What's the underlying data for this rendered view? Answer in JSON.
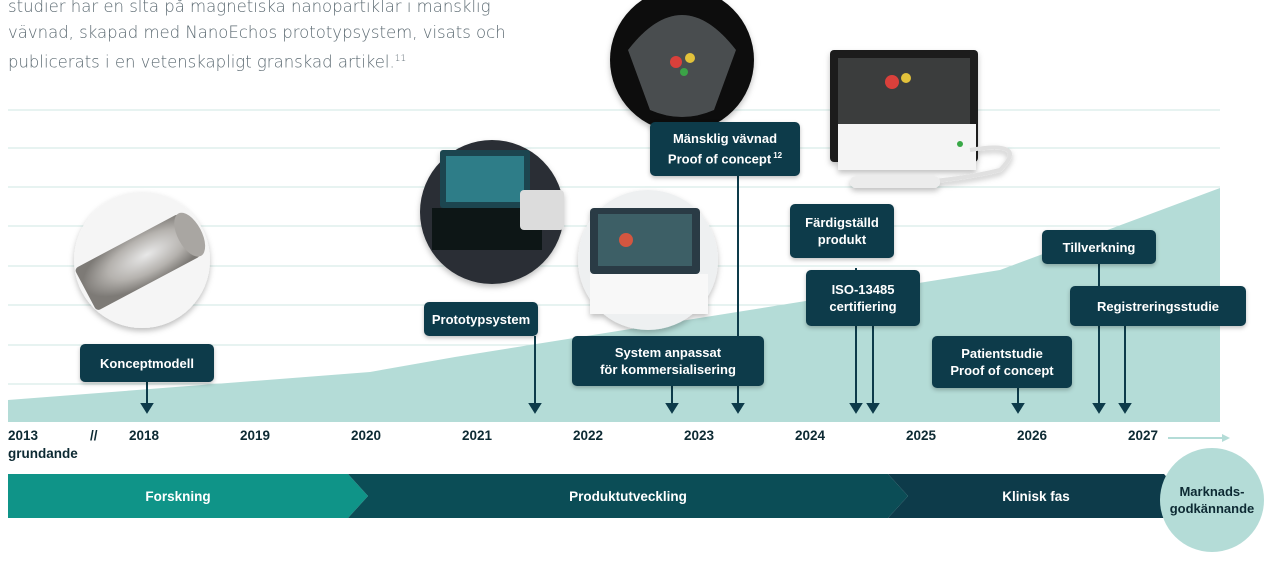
{
  "intro": {
    "line1": "studier har en slta på magnetiska nanopartiklar i mänsklig",
    "line2": "vävnad, skapad med NanoEchos prototypsystem, visats och",
    "line3": "publicerats i en vetenskapligt granskad artikel.",
    "footnote": "11"
  },
  "milestones": {
    "koncept": "Konceptmodell",
    "prototyp": "Prototypsystem",
    "system_l1": "System anpassat",
    "system_l2": "för kommersialisering",
    "mansklig_l1": "Mänsklig vävnad",
    "mansklig_l2": "Proof of concept",
    "mansklig_ref": "12",
    "fardig_l1": "Färdigställd",
    "fardig_l2": "produkt",
    "iso_l1": "ISO-13485",
    "iso_l2": "certifiering",
    "patient_l1": "Patientstudie",
    "patient_l2": "Proof of concept",
    "tillverkning": "Tillverkning",
    "registrering": "Registreringsstudie"
  },
  "timeline": {
    "y2013": "2013",
    "sep": "//",
    "grundande": "grundande",
    "y2018": "2018",
    "y2019": "2019",
    "y2020": "2020",
    "y2021": "2021",
    "y2022": "2022",
    "y2023": "2023",
    "y2024": "2024",
    "y2025": "2025",
    "y2026": "2026",
    "y2027": "2027"
  },
  "phases": {
    "forskning": "Forskning",
    "produkt": "Produktutveckling",
    "klinisk": "Klinisk fas",
    "market_l1": "Marknads-",
    "market_l2": "godkännande"
  },
  "colors": {
    "navy": "#0d3b4a",
    "teal": "#0f9488",
    "mint": "#b4dcd7",
    "dark_teal": "#0b4d56"
  }
}
